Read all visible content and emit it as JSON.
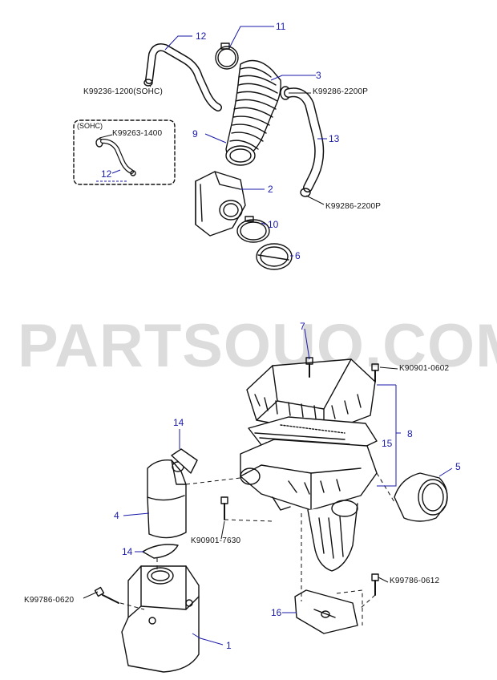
{
  "watermark": "PARTSOUQ.COM",
  "sohc_box_label": "(SOHC)",
  "callouts": {
    "c11": "11",
    "c12a": "12",
    "c3": "3",
    "c9": "9",
    "c13": "13",
    "c2": "2",
    "c10": "10",
    "c6": "6",
    "c12b": "12",
    "c7": "7",
    "c8": "8",
    "c15": "15",
    "c5": "5",
    "c14a": "14",
    "c4": "4",
    "c14b": "14",
    "c16": "16",
    "c1": "1"
  },
  "part_numbers": {
    "p1": "K99236-1200(SOHC)",
    "p2": "K99286-2200P",
    "p3": "K99263-1400",
    "p4": "K99286-2200P",
    "p5": "K90901-0602",
    "p6": "K90901-7630",
    "p7": "K99786-0612",
    "p8": "K99786-0620"
  }
}
